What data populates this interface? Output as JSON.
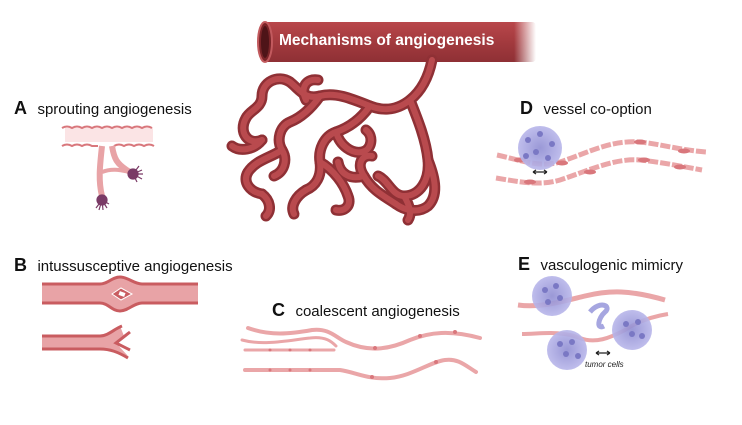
{
  "title": "Mechanisms of angiogenesis",
  "colors": {
    "vessel_dark": "#a33a3e",
    "vessel_mid": "#b94a4e",
    "vessel_light": "#c95c60",
    "endothelial": "#e8a3a6",
    "endothelial_dark": "#d9777c",
    "lumen": "#fbe4e5",
    "tip_cell": "#7a3a66",
    "tumor": "#a6a6e0",
    "tumor_nucleus": "#7a78c4"
  },
  "panels": [
    {
      "letter": "A",
      "label": "sprouting angiogenesis"
    },
    {
      "letter": "B",
      "label": "intussusceptive angiogenesis"
    },
    {
      "letter": "C",
      "label": "coalescent angiogenesis"
    },
    {
      "letter": "D",
      "label": "vessel co-option"
    },
    {
      "letter": "E",
      "label": "vasculogenic mimicry"
    }
  ],
  "annotations": {
    "tumor_cells": "tumor cells"
  }
}
